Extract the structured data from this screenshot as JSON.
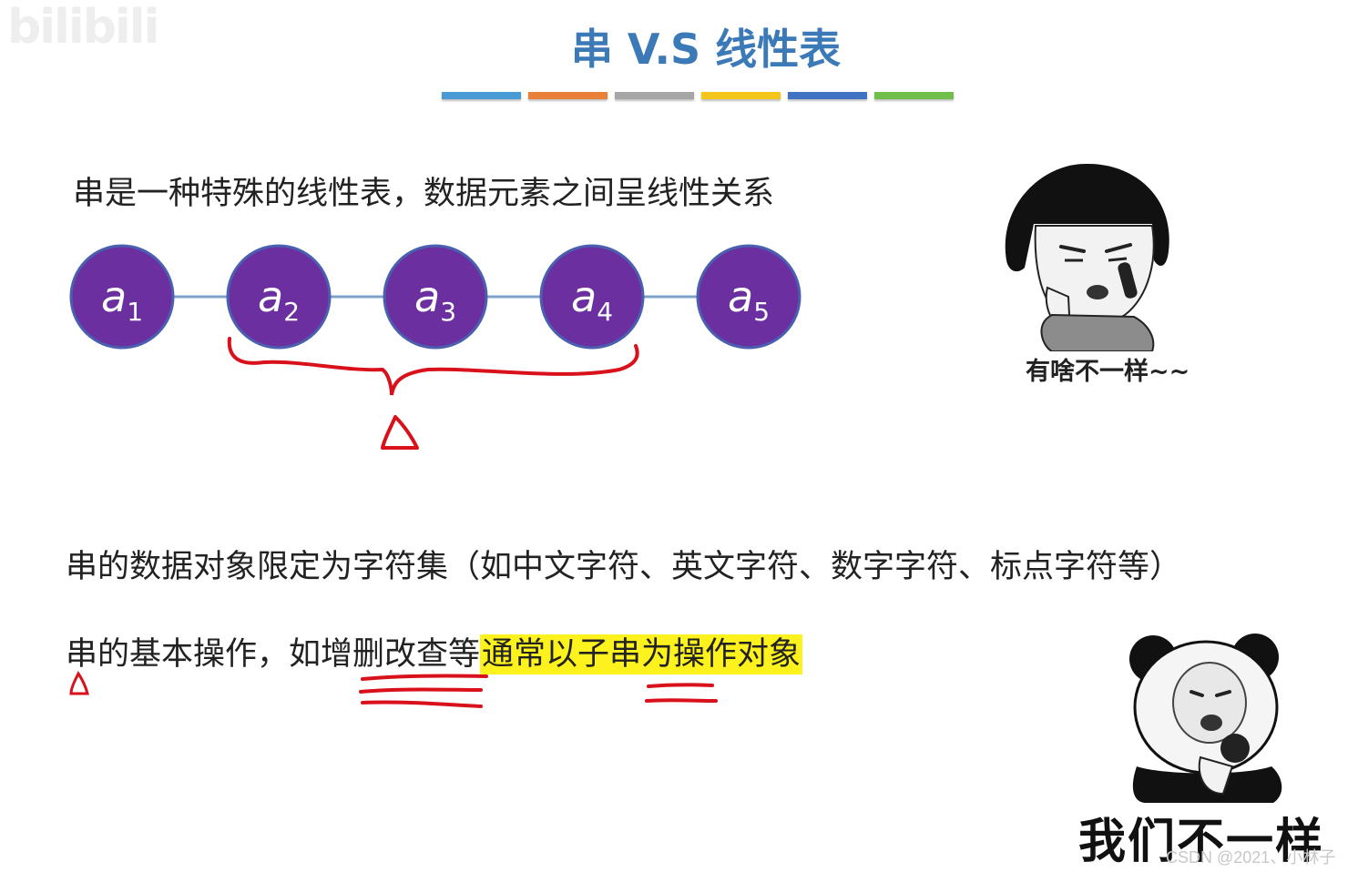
{
  "header": {
    "logo_text": "bilibili",
    "title": "串 V.S 线性表",
    "color_bars": [
      "#4a9ad6",
      "#e8803a",
      "#a6a6a6",
      "#f4c51a",
      "#3f72c2",
      "#6fbf4a"
    ]
  },
  "body": {
    "line1": "串是一种特殊的线性表，数据元素之间呈线性关系",
    "line2": "串的数据对象限定为字符集（如中文字符、英文字符、数字字符、标点字符等）",
    "line3_prefix": "串的基本操作，如增删改查等",
    "line3_highlight": "通常以子串为操作对象"
  },
  "diagram": {
    "node_color": "#6b2fa0",
    "edge_color": "#7fa3c8",
    "nodes": [
      {
        "letter": "a",
        "sub": "1"
      },
      {
        "letter": "a",
        "sub": "2"
      },
      {
        "letter": "a",
        "sub": "3"
      },
      {
        "letter": "a",
        "sub": "4"
      },
      {
        "letter": "a",
        "sub": "5"
      }
    ],
    "annotation_color": "#d8111b"
  },
  "memes": {
    "top_caption": "有啥不一样~~",
    "bottom_caption": "我们不一样"
  },
  "footer": {
    "watermark": "CSDN @2021、小林子"
  }
}
